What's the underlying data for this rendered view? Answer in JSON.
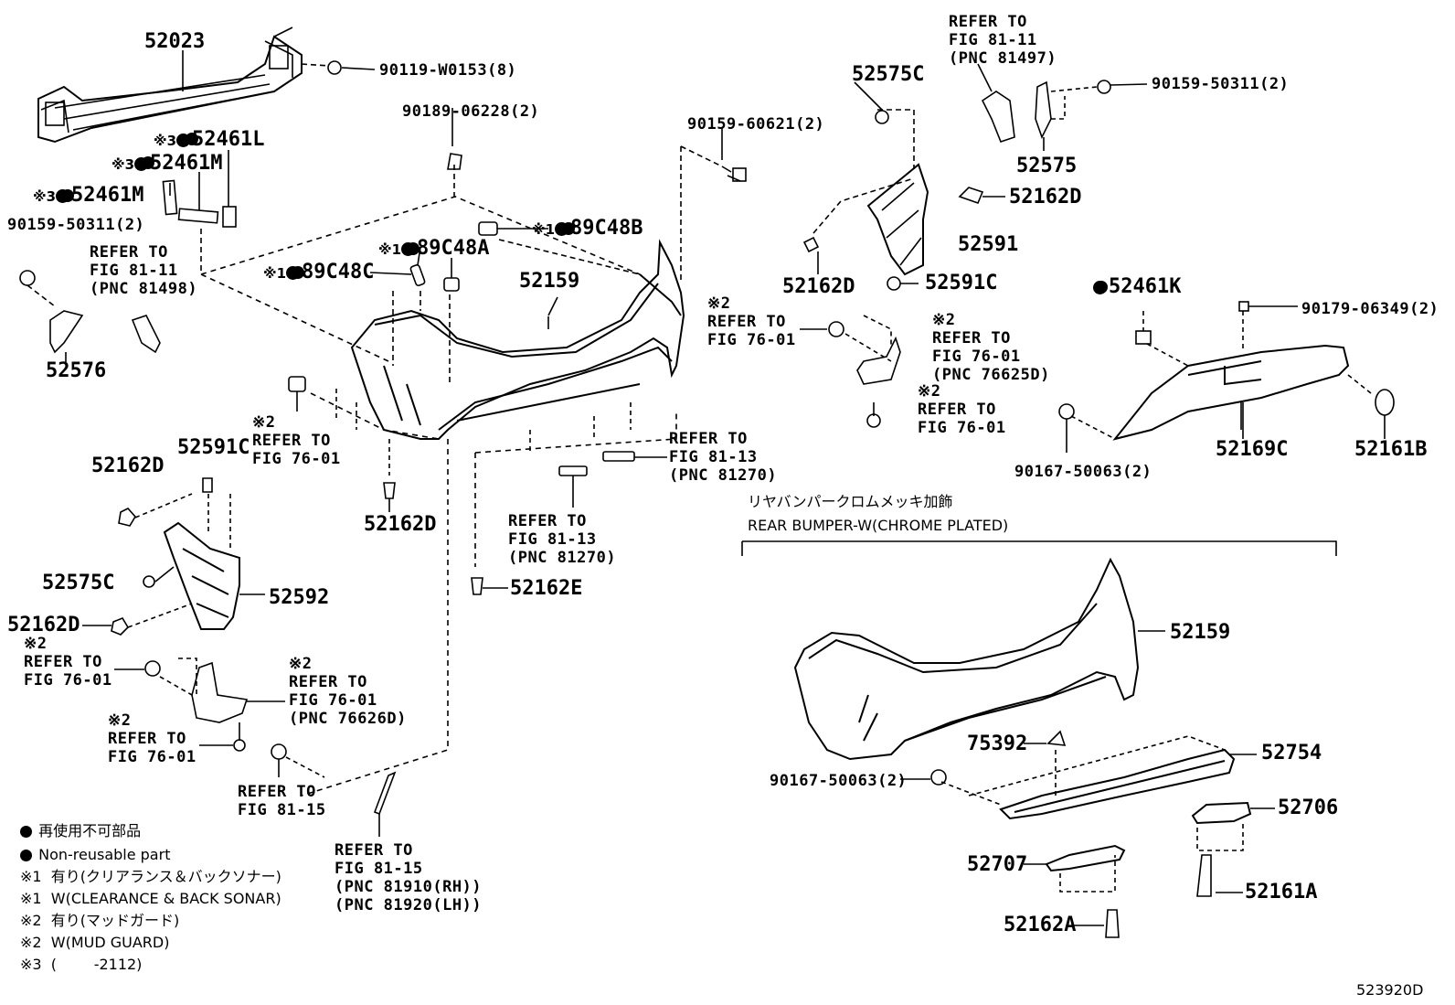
{
  "parts": {
    "p52023": "52023",
    "p90119": "90119-W0153(8)",
    "p52461L": "52461L",
    "p52461M_a": "52461M",
    "p52461M_b": "52461M",
    "mark3": "※3",
    "p90159_50311_left": "90159-50311(2)",
    "p52576": "52576",
    "p90189": "90189-06228(2)",
    "p89C48B": "89C48B",
    "p89C48A": "89C48A",
    "p89C48C": "89C48C",
    "mark1": "※1",
    "p52159_top": "52159",
    "p90159_60621": "90159-60621(2)",
    "p52575C_top": "52575C",
    "p52575": "52575",
    "p90159_50311_right": "90159-50311(2)",
    "p52162D_r1": "52162D",
    "p52591": "52591",
    "p52162D_r2": "52162D",
    "p52591C_r": "52591C",
    "p52461K": "52461K",
    "p90179": "90179-06349(2)",
    "p52169C": "52169C",
    "p52161B": "52161B",
    "p90167_right": "90167-50063(2)",
    "p52162D_c": "52162D",
    "p52162E": "52162E",
    "p52162D_l": "52162D",
    "p52591C_l": "52591C",
    "p52575C_l": "52575C",
    "p52592": "52592",
    "p52162D_l2": "52162D",
    "p52159_bot": "52159",
    "p75392": "75392",
    "p52754": "52754",
    "p90167_bot": "90167-50063(2)",
    "p52706": "52706",
    "p52707": "52707",
    "p52161A": "52161A",
    "p52162A": "52162A"
  },
  "refs": {
    "r81_11_right": "REFER TO\nFIG 81-11\n(PNC 81497)",
    "r81_11_left": "REFER TO\nFIG 81-11\n(PNC 81498)",
    "r76_01_center": "※2\nREFER TO\nFIG 76-01",
    "r76_01_right_a": "※2\nREFER TO\nFIG 76-01",
    "r76_01_right_b": "※2\nREFER TO\nFIG 76-01\n(PNC 76625D)",
    "r76_01_right_c": "※2\nREFER TO\nFIG 76-01",
    "r81_13_a": "REFER TO\nFIG 81-13\n(PNC 81270)",
    "r81_13_b": "REFER TO\nFIG 81-13\n(PNC 81270)",
    "r76_01_left_a": "※2\nREFER TO\nFIG 76-01",
    "r76_01_left_b": "※2\nREFER TO\nFIG 76-01\n(PNC 76626D)",
    "r76_01_left_c": "※2\nREFER TO\nFIG 76-01",
    "r81_15_a": "REFER TO\nFIG 81-15",
    "r81_15_b": "REFER TO\nFIG 81-15\n(PNC 81910(RH))\n(PNC 81920(LH))"
  },
  "section": {
    "jp": "リヤバンパークロムメッキ加飾",
    "en": "REAR BUMPER-W(CHROME PLATED)"
  },
  "legend": {
    "l1": "再使用不可部品",
    "l2": "Non-reusable part",
    "l3": "※1  有り(クリアランス＆バックソナー)",
    "l4": "※1  W(CLEARANCE & BACK SONAR)",
    "l5": "※2  有り(マッドガード)",
    "l6": "※2  W(MUD GUARD)",
    "l7": "※3  (        -2112)"
  },
  "diagram_id": "523920D"
}
